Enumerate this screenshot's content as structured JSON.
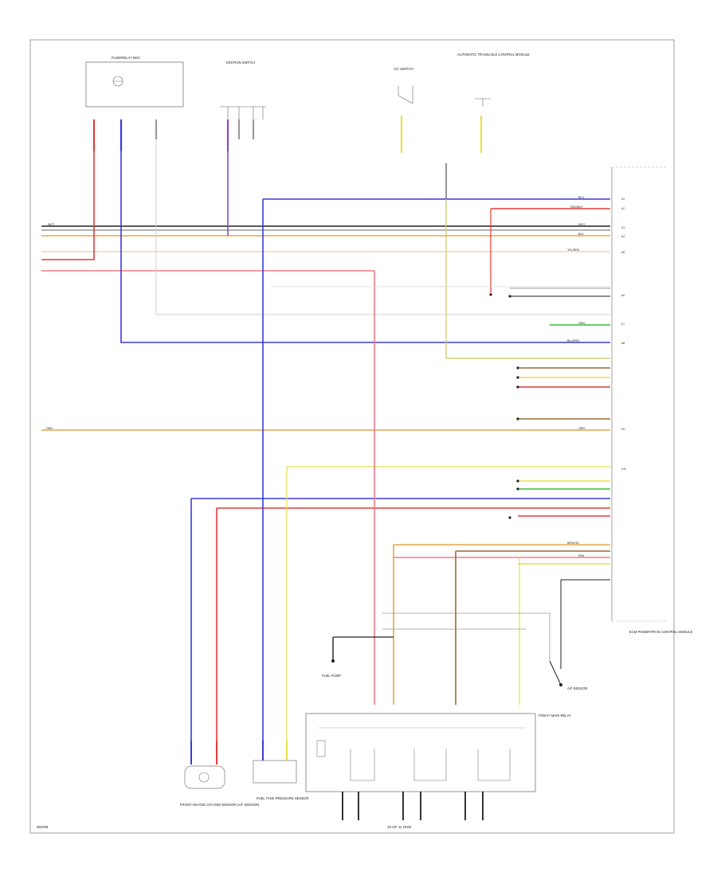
{
  "footer": {
    "left_code": "W8789",
    "bottom_label": "10 OF 11 OHM"
  },
  "colors": {
    "blue": "#3a3ad6",
    "red": "#e23a3a",
    "pink": "#f07a8a",
    "orange": "#e8a64a",
    "yellow": "#e8e04a",
    "green": "#3fb83f",
    "gray": "#9a9a9a",
    "black": "#202020",
    "brown": "#9a6a3a",
    "violet": "#8a4ac8"
  },
  "components": {
    "top_fuse": "FUSE/RELAY BOX",
    "top_switch": "IGNITION SWITCH",
    "top_mid": "A/C SWITCH",
    "top_right": "AUTOMATIC TRANSAXLE CONTROL MODULE",
    "ecm_label": "ECM POWERTRAIN CONTROL MODULE",
    "sensor_right": "A/F SENSOR",
    "fuel_pump": "FUEL PUMP",
    "sensor_bl": "FRONT HEATED OXYGEN SENSOR (A/F SENSOR)",
    "sensor_bm": "FUEL TANK PRESSURE SENSOR",
    "relay_box": "PGM-FI MAIN RELAY"
  },
  "wires": [
    {
      "color_label": "BLU"
    },
    {
      "color_label": "RED/BLK"
    },
    {
      "color_label": "WHT"
    },
    {
      "color_label": "BLK"
    },
    {
      "color_label": "YEL/RED"
    },
    {
      "color_label": "ORN"
    },
    {
      "color_label": "GRN"
    },
    {
      "color_label": "BRN/YEL"
    },
    {
      "color_label": "PNK"
    },
    {
      "color_label": "BLU/RED"
    }
  ],
  "pins": [
    "A1",
    "A2",
    "A3",
    "A4",
    "A5",
    "A6",
    "A7",
    "A8",
    "A9",
    "A10"
  ]
}
